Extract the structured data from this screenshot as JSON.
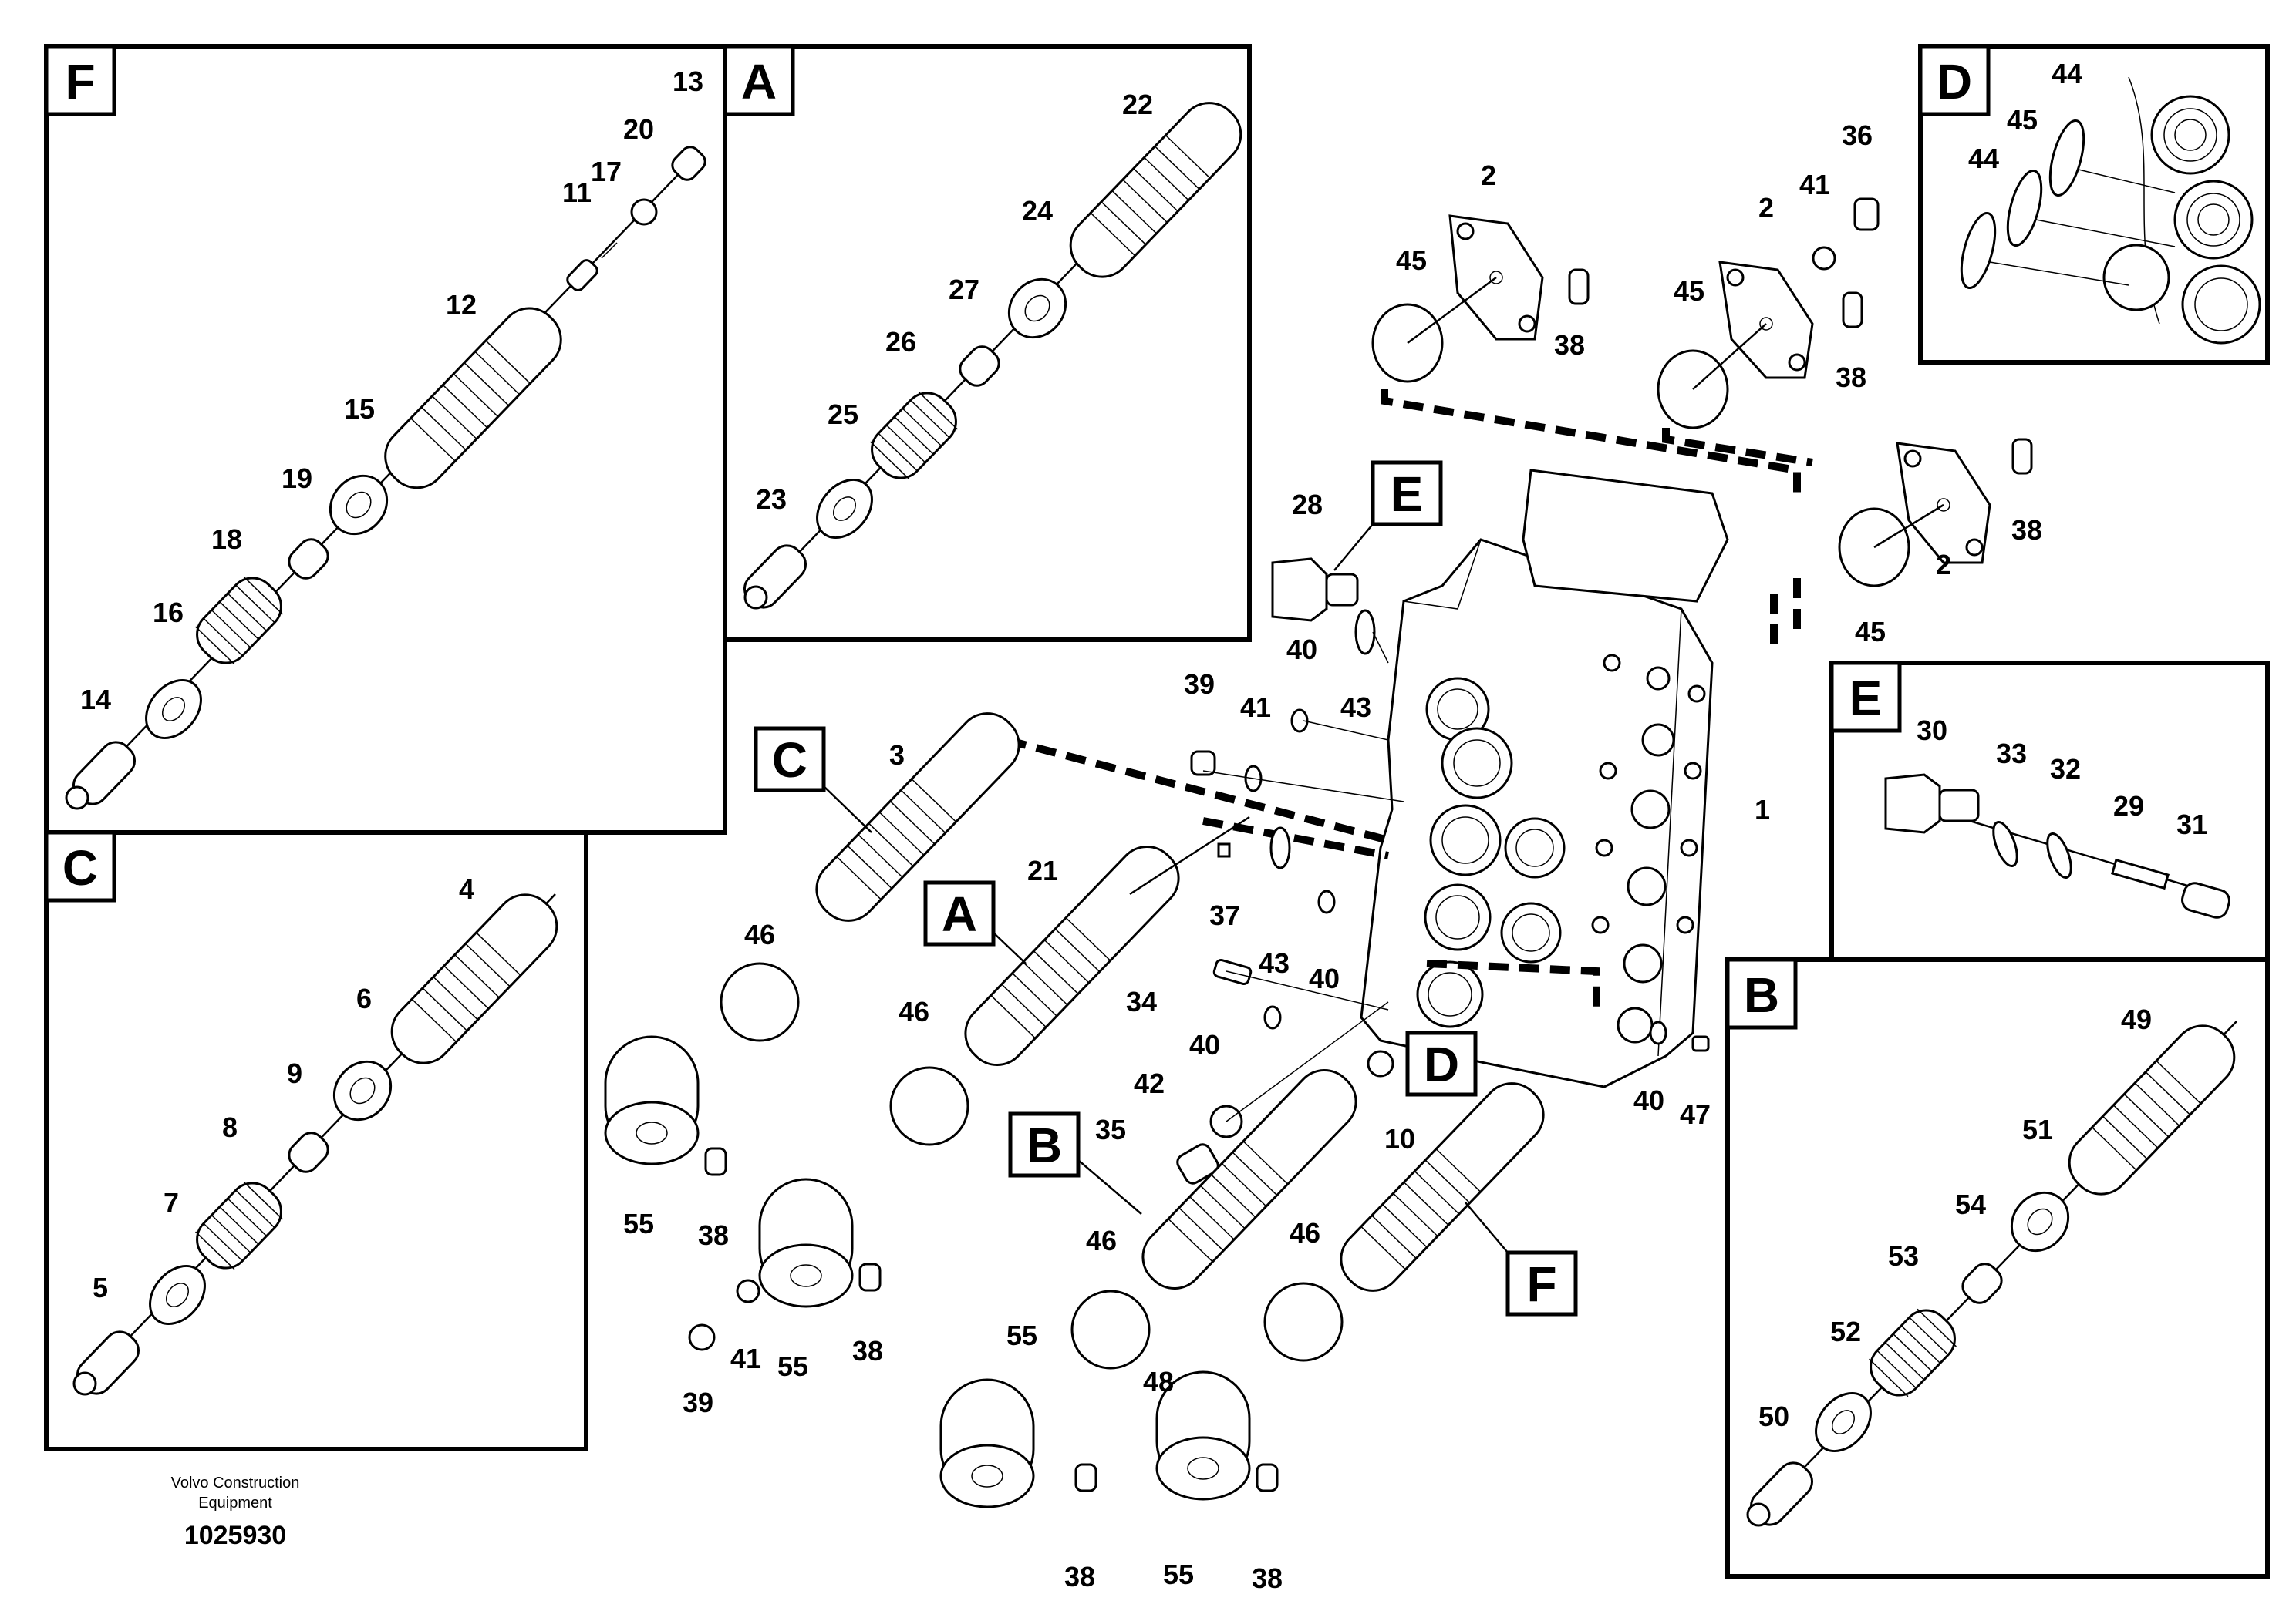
{
  "footer": {
    "company_line1": "Volvo Construction",
    "company_line2": "Equipment",
    "drawing_number": "1025930"
  },
  "insets": {
    "F": "F",
    "A": "A",
    "C": "C",
    "D": "D",
    "E": "E",
    "B": "B"
  },
  "callouts": {
    "C": "C",
    "A": "A",
    "E": "E",
    "B": "B",
    "D": "D",
    "F": "F"
  },
  "parts": {
    "p1": "1",
    "p2a": "2",
    "p2b": "2",
    "p2c": "2",
    "p3": "3",
    "p4": "4",
    "p5": "5",
    "p6": "6",
    "p7": "7",
    "p8": "8",
    "p9": "9",
    "p10": "10",
    "p11": "11",
    "p12": "12",
    "p13": "13",
    "p14": "14",
    "p15": "15",
    "p16": "16",
    "p17": "17",
    "p18": "18",
    "p19": "19",
    "p20": "20",
    "p21": "21",
    "p22": "22",
    "p23": "23",
    "p24": "24",
    "p25": "25",
    "p26": "26",
    "p27": "27",
    "p28": "28",
    "p29": "29",
    "p30": "30",
    "p31": "31",
    "p32": "32",
    "p33": "33",
    "p34": "34",
    "p35": "35",
    "p36": "36",
    "p37": "37",
    "p38a": "38",
    "p38b": "38",
    "p38c": "38",
    "p38d": "38",
    "p38e": "38",
    "p38f": "38",
    "p38g": "38",
    "p39a": "39",
    "p39b": "39",
    "p40a": "40",
    "p40b": "40",
    "p40c": "40",
    "p40d": "40",
    "p41a": "41",
    "p41b": "41",
    "p41c": "41",
    "p42": "42",
    "p43a": "43",
    "p43b": "43",
    "p44a": "44",
    "p44b": "44",
    "p45a": "45",
    "p45b": "45",
    "p45c": "45",
    "p45d": "45",
    "p46a": "46",
    "p46b": "46",
    "p46c": "46",
    "p46d": "46",
    "p47": "47",
    "p48": "48",
    "p49": "49",
    "p50": "50",
    "p51": "51",
    "p52": "52",
    "p53": "53",
    "p54": "54",
    "p55a": "55",
    "p55b": "55",
    "p55c": "55",
    "p55d": "55"
  }
}
